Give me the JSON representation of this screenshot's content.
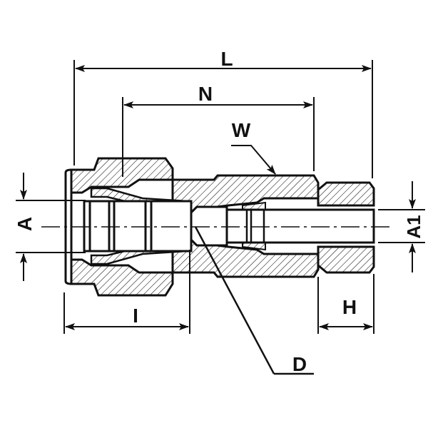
{
  "diagram": {
    "labels": {
      "L": "L",
      "N": "N",
      "W": "W",
      "A": "A",
      "A1": "A1",
      "I": "I",
      "H": "H",
      "D": "D"
    },
    "colors": {
      "ink": "#111111",
      "background": "#ffffff",
      "hatch": "#111111"
    }
  }
}
